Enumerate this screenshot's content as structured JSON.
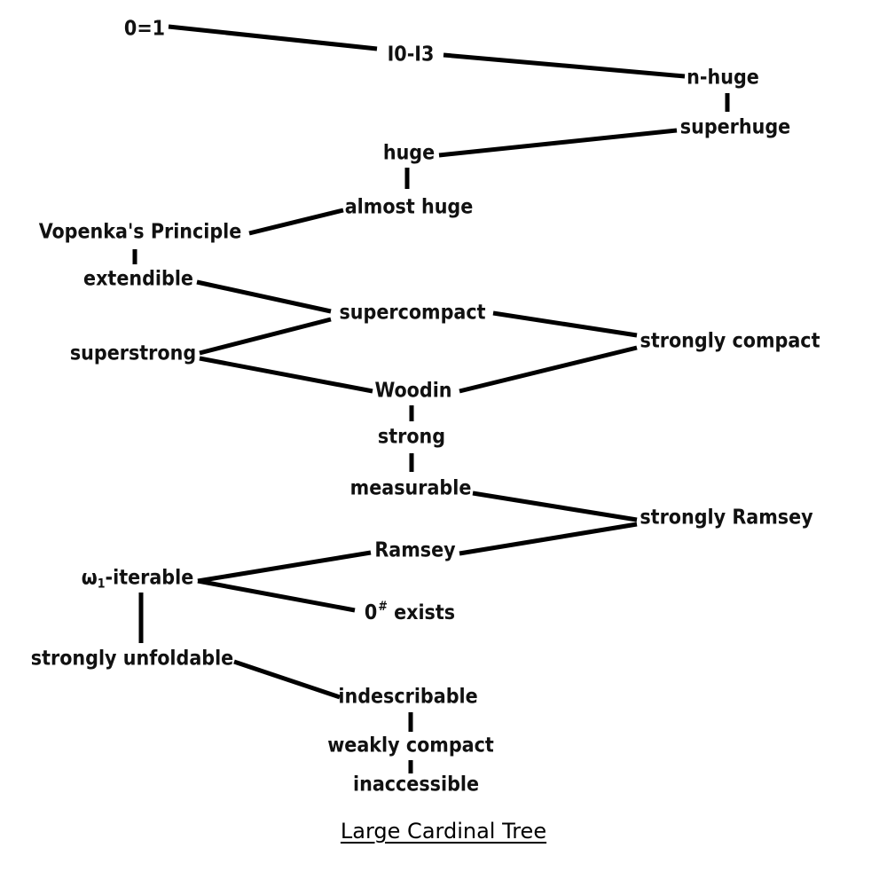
{
  "diagram": {
    "caption": "Large Cardinal Tree",
    "nodes": {
      "zero_eq_one": "0=1",
      "i0_i3": "I0-I3",
      "n_huge": "n-huge",
      "superhuge": "superhuge",
      "huge": "huge",
      "almost_huge": "almost huge",
      "vopenka": "Vopenka's Principle",
      "extendible": "extendible",
      "supercompact": "supercompact",
      "superstrong": "superstrong",
      "strongly_compact": "strongly compact",
      "woodin": "Woodin",
      "strong": "strong",
      "measurable": "measurable",
      "strongly_ramsey": "strongly Ramsey",
      "ramsey": "Ramsey",
      "omega1_symbol": "ω",
      "omega1_subscript": "1",
      "omega1_suffix": "-iterable",
      "zero_sharp_base": "0",
      "zero_sharp_mark": "#",
      "zero_sharp_suffix": " exists",
      "strongly_unfoldable": "strongly unfoldable",
      "indescribable": "indescribable",
      "weakly_compact": "weakly compact",
      "inaccessible": "inaccessible"
    },
    "edges": [
      [
        "zero_eq_one",
        "i0_i3"
      ],
      [
        "i0_i3",
        "n_huge"
      ],
      [
        "n_huge",
        "superhuge"
      ],
      [
        "superhuge",
        "huge"
      ],
      [
        "huge",
        "almost_huge"
      ],
      [
        "almost_huge",
        "vopenka"
      ],
      [
        "vopenka",
        "extendible"
      ],
      [
        "extendible",
        "supercompact"
      ],
      [
        "supercompact",
        "strongly_compact"
      ],
      [
        "supercompact",
        "superstrong"
      ],
      [
        "superstrong",
        "woodin"
      ],
      [
        "strongly_compact",
        "woodin"
      ],
      [
        "woodin",
        "strong"
      ],
      [
        "strong",
        "measurable"
      ],
      [
        "measurable",
        "strongly_ramsey"
      ],
      [
        "strongly_ramsey",
        "ramsey"
      ],
      [
        "ramsey",
        "omega1_iterable"
      ],
      [
        "omega1_iterable",
        "zero_sharp"
      ],
      [
        "omega1_iterable",
        "strongly_unfoldable"
      ],
      [
        "strongly_unfoldable",
        "indescribable"
      ],
      [
        "indescribable",
        "weakly_compact"
      ],
      [
        "weakly_compact",
        "inaccessible"
      ]
    ]
  }
}
